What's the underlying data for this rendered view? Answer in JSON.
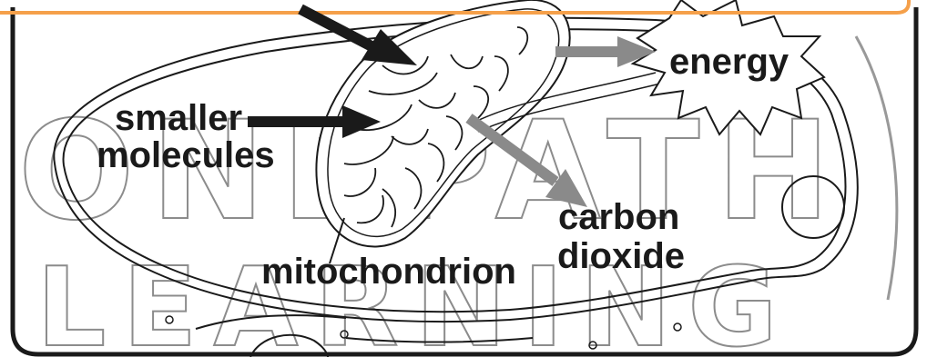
{
  "watermark": {
    "line1": "ONEPATH",
    "line2": "LEARNING"
  },
  "labels": {
    "smaller_molecules_line1": "smaller",
    "smaller_molecules_line2": "molecules",
    "mitochondrion": "mitochondrion",
    "energy": "energy",
    "carbon_dioxide_line1": "carbon",
    "carbon_dioxide_line2": "dioxide"
  },
  "colors": {
    "accent_orange": "#f5a04a",
    "arrow_dark": "#1a1a1a",
    "arrow_gray": "#8a8a8a",
    "outline": "#1a1a1a"
  }
}
